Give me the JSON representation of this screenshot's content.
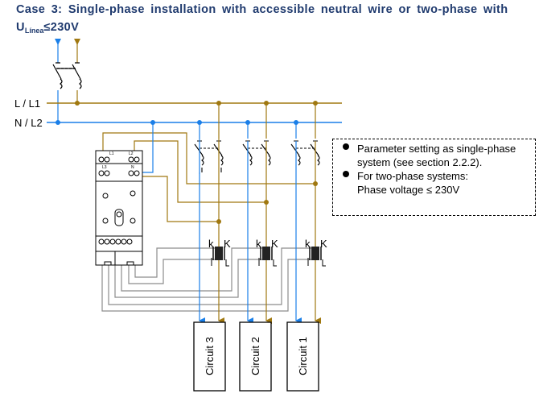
{
  "title": {
    "line1": "Case 3: Single-phase installation with accessible neutral wire or two-phase with",
    "line2_main": "U",
    "line2_sub": "Línea",
    "line2_rest": "≤230V"
  },
  "bus_labels": {
    "l": "L / L1",
    "n": "N / L2"
  },
  "device_terminals": [
    "L1",
    "L2",
    "L3",
    "N"
  ],
  "ct_labels": {
    "k": "k",
    "K": "K"
  },
  "circuits": [
    "Circuit 3",
    "Circuit 2",
    "Circuit 1"
  ],
  "notes": [
    {
      "line1": "Parameter setting as single-phase",
      "line2": "system (see section 2.2.2)."
    },
    {
      "line1": "For two-phase systems:",
      "line2": "Phase voltage ≤ 230V"
    }
  ],
  "colors": {
    "neutral": "#1a7fe8",
    "phase": "#a07810",
    "signal": "#8c8c8c",
    "title": "#1f3a6e"
  }
}
